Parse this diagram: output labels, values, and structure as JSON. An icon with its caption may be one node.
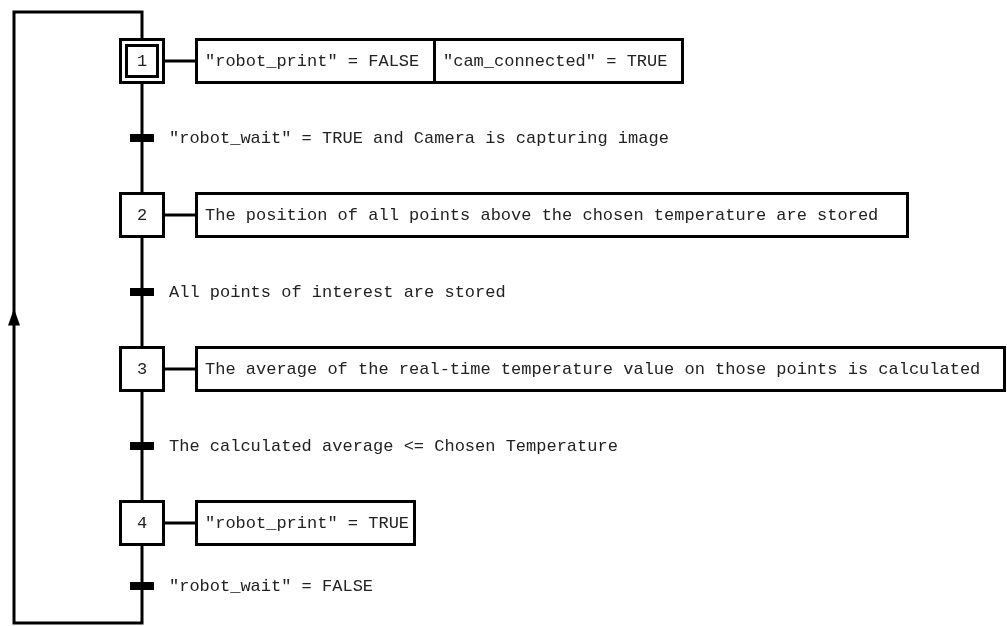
{
  "diagram": {
    "nodes": [
      {
        "text": [
          "1"
        ]
      },
      {
        "text": [
          "\"robot_print\" = FALSE"
        ]
      },
      {
        "text": [
          "\"cam_connected\" = TRUE"
        ]
      },
      {
        "text": [
          "2"
        ]
      },
      {
        "text": [
          "The position of all points above the chosen temperature are stored"
        ]
      },
      {
        "text": [
          "3"
        ]
      },
      {
        "text": [
          "The average of the real-time temperature value on those points is calculated"
        ]
      },
      {
        "text": [
          "4"
        ]
      },
      {
        "text": [
          "\"robot_print\" = TRUE"
        ]
      }
    ],
    "edges": [
      {
        "from": 0,
        "to": 1,
        "arrow": "none"
      },
      {
        "from": 0,
        "to": 3,
        "arrow": "none",
        "label": "\"robot_wait\" = TRUE and Camera is capturing image"
      },
      {
        "from": 3,
        "to": 4,
        "arrow": "none"
      },
      {
        "from": 3,
        "to": 5,
        "arrow": "none",
        "label": "All points of interest are stored"
      },
      {
        "from": 5,
        "to": 6,
        "arrow": "none"
      },
      {
        "from": 5,
        "to": 7,
        "arrow": "none",
        "label": "The calculated average <= Chosen Temperature"
      },
      {
        "from": 7,
        "to": 8,
        "arrow": "none"
      },
      {
        "from": 7,
        "to": 0,
        "arrow": "to",
        "label": "\"robot_wait\" = FALSE"
      }
    ]
  }
}
